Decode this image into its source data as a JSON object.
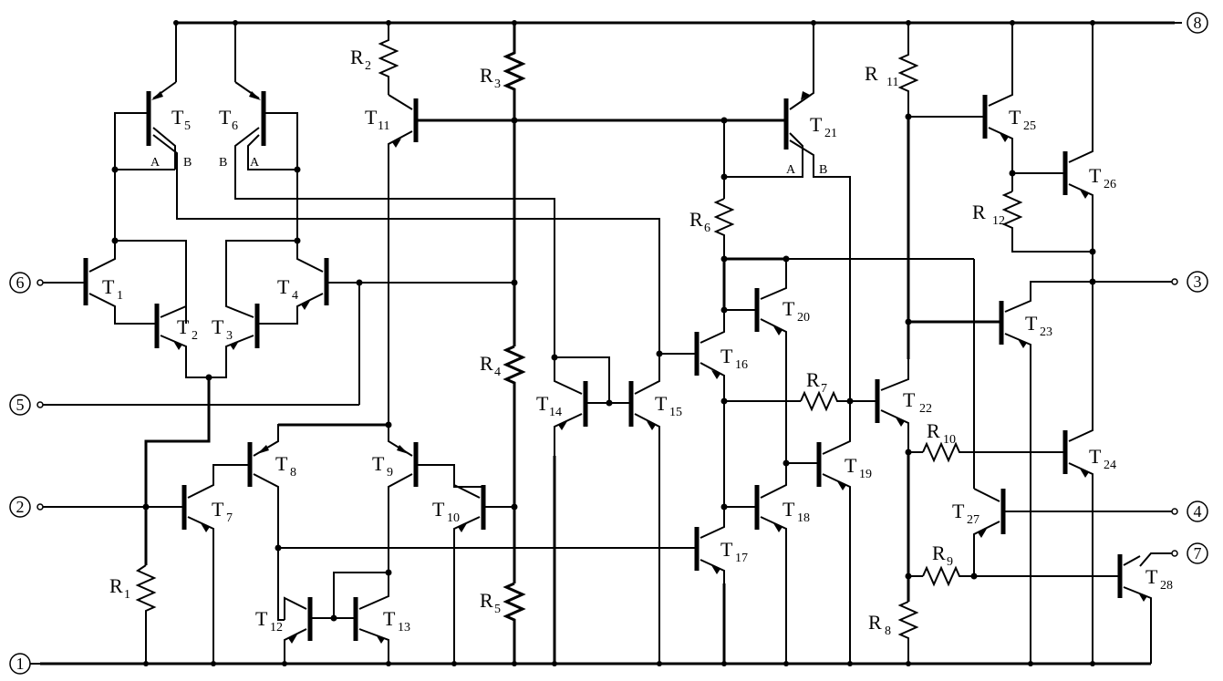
{
  "transistors": [
    {
      "name": "T",
      "sub": "1"
    },
    {
      "name": "T",
      "sub": "2"
    },
    {
      "name": "T",
      "sub": "3"
    },
    {
      "name": "T",
      "sub": "4"
    },
    {
      "name": "T",
      "sub": "5"
    },
    {
      "name": "T",
      "sub": "6"
    },
    {
      "name": "T",
      "sub": "7"
    },
    {
      "name": "T",
      "sub": "8"
    },
    {
      "name": "T",
      "sub": "9"
    },
    {
      "name": "T",
      "sub": "10"
    },
    {
      "name": "T",
      "sub": "11"
    },
    {
      "name": "T",
      "sub": "12"
    },
    {
      "name": "T",
      "sub": "13"
    },
    {
      "name": "T",
      "sub": "14"
    },
    {
      "name": "T",
      "sub": "15"
    },
    {
      "name": "T",
      "sub": "16"
    },
    {
      "name": "T",
      "sub": "17"
    },
    {
      "name": "T",
      "sub": "18"
    },
    {
      "name": "T",
      "sub": "19"
    },
    {
      "name": "T",
      "sub": "20"
    },
    {
      "name": "T",
      "sub": "21"
    },
    {
      "name": "T",
      "sub": "22"
    },
    {
      "name": "T",
      "sub": "23"
    },
    {
      "name": "T",
      "sub": "24"
    },
    {
      "name": "T",
      "sub": "25"
    },
    {
      "name": "T",
      "sub": "26"
    },
    {
      "name": "T",
      "sub": "27"
    },
    {
      "name": "T",
      "sub": "28"
    }
  ],
  "resistors": [
    {
      "name": "R",
      "sub": "1"
    },
    {
      "name": "R",
      "sub": "2"
    },
    {
      "name": "R",
      "sub": "3"
    },
    {
      "name": "R",
      "sub": "4"
    },
    {
      "name": "R",
      "sub": "5"
    },
    {
      "name": "R",
      "sub": "6"
    },
    {
      "name": "R",
      "sub": "7"
    },
    {
      "name": "R",
      "sub": "8"
    },
    {
      "name": "R",
      "sub": "9"
    },
    {
      "name": "R",
      "sub": "10"
    },
    {
      "name": "R",
      "sub": "11"
    },
    {
      "name": "R",
      "sub": "12"
    }
  ],
  "pins": [
    "1",
    "2",
    "3",
    "4",
    "5",
    "6",
    "7",
    "8"
  ],
  "collector_tags": {
    "a": "A",
    "b": "B"
  }
}
